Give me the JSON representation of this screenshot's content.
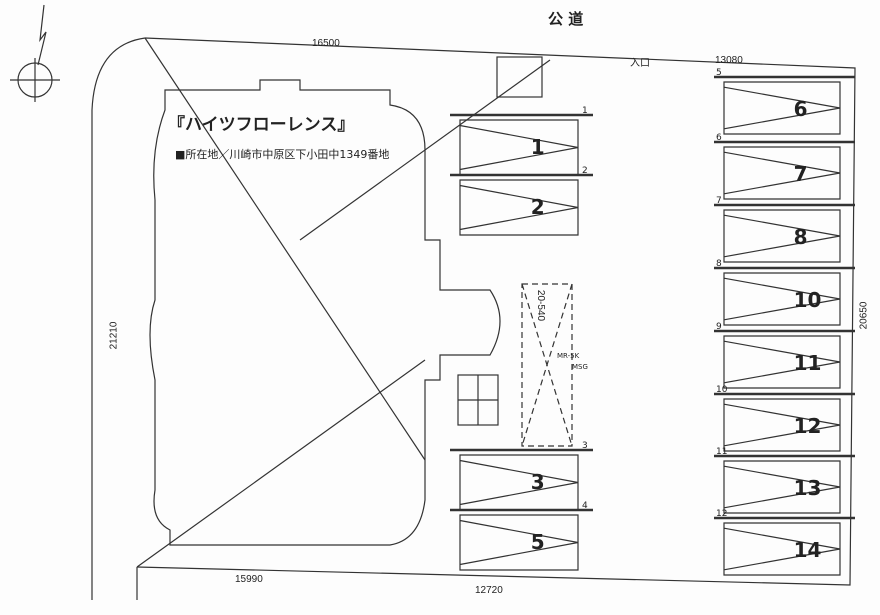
{
  "road_label": "公 道",
  "entrance_label": "入口",
  "building_name": "『ハイツフローレンス』",
  "address": "■所在地／川崎市中原区下小田中1349番地",
  "dimensions": {
    "top_left": "16500",
    "top_right": "13080",
    "left": "21210",
    "right": "20650",
    "bottom_left": "15990",
    "bottom_right": "12720",
    "center_lane": "20-540"
  },
  "handwritten_note": [
    "MR-5K",
    "MSG"
  ],
  "parking_left": [
    {
      "number": "1",
      "index": "1"
    },
    {
      "number": "2",
      "index": "2"
    },
    {
      "number": "3",
      "index": "3"
    },
    {
      "number": "5",
      "index": "4"
    }
  ],
  "parking_right": [
    {
      "number": "6",
      "index": "5"
    },
    {
      "number": "7",
      "index": "6"
    },
    {
      "number": "8",
      "index": "7"
    },
    {
      "number": "10",
      "index": "8"
    },
    {
      "number": "11",
      "index": "9"
    },
    {
      "number": "12",
      "index": "10"
    },
    {
      "number": "13",
      "index": "11"
    },
    {
      "number": "14",
      "index": "12"
    }
  ],
  "line_color": "#333333"
}
